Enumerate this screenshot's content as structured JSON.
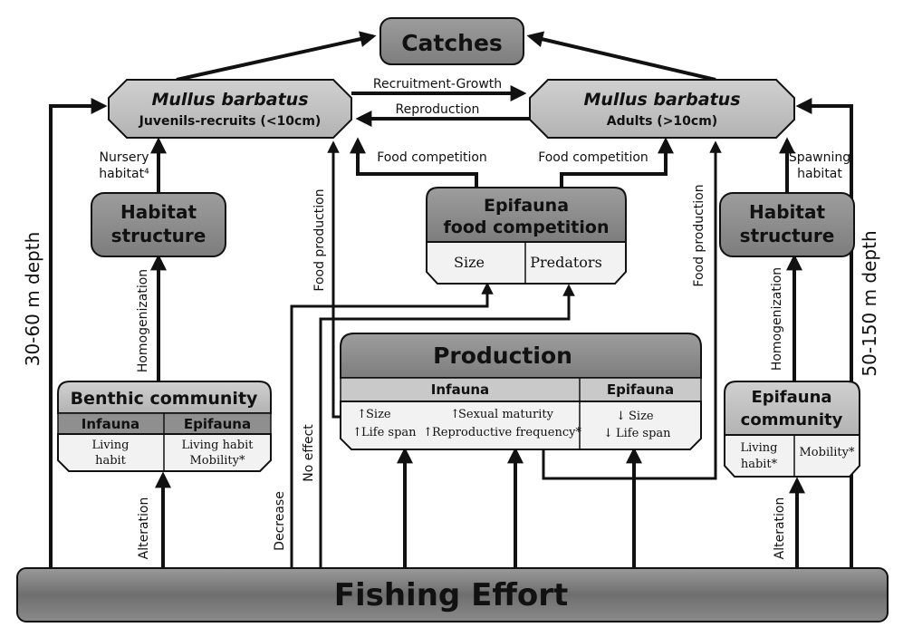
{
  "catches": "Catches",
  "fishing_effort": "Fishing Effort",
  "juveniles": {
    "title": "Mullus barbatus",
    "subtitle": "Juvenils-recruits (<10cm)"
  },
  "adults": {
    "title": "Mullus barbatus",
    "subtitle": "Adults (>10cm)"
  },
  "recruitment_growth": "Recruitment-Growth",
  "reproduction": "Reproduction",
  "nursery_habitat": {
    "line1": "Nursery",
    "line2": "habitat⁴"
  },
  "spawning_habitat": {
    "line1": "Spawning",
    "line2": "habitat"
  },
  "habitat_structure_left": {
    "line1": "Habitat",
    "line2": "structure"
  },
  "habitat_structure_right": {
    "line1": "Habitat",
    "line2": "structure"
  },
  "food_competition_left": "Food competition",
  "food_competition_right": "Food competition",
  "epifauna_competition": {
    "line1": "Epifauna",
    "line2": "food competition",
    "size": "Size",
    "predators": "Predators"
  },
  "benthic_community": {
    "title": "Benthic community",
    "infauna": "Infauna",
    "epifauna": "Epifauna",
    "infauna_line1": "Living",
    "infauna_line2": "habit",
    "epifauna_line1": "Living habit",
    "epifauna_line2": "Mobility*"
  },
  "production": {
    "title": "Production",
    "infauna": "Infauna",
    "epifauna": "Epifauna",
    "inf_size": "Size",
    "inf_life_span": "Life span",
    "inf_sexual_maturity": "Sexual maturity",
    "inf_reproductive_frequency": "Reproductive frequency*",
    "epi_size": "Size",
    "epi_life_span": "Life span",
    "up": "↑",
    "down": "↓"
  },
  "epifauna_community": {
    "line1": "Epifauna",
    "line2": "community",
    "living_line1": "Living",
    "living_line2": "habit*",
    "mobility": "Mobility*"
  },
  "labels": {
    "depth_left": "30-60 m depth",
    "depth_right": "50-150 m depth",
    "homogenization_left": "Homogenization",
    "homogenization_right": "Homogenization",
    "alteration_left": "Alteration",
    "alteration_right": "Alteration",
    "food_production_left": "Food production",
    "food_production_right": "Food production",
    "no_effect": "No effect",
    "decrease": "Decrease"
  },
  "colors": {
    "box_dark": "#8a8a8a",
    "box_medium": "#bdbdbd",
    "box_light": "#f0f0f0",
    "effort": "#7a7a7a"
  }
}
